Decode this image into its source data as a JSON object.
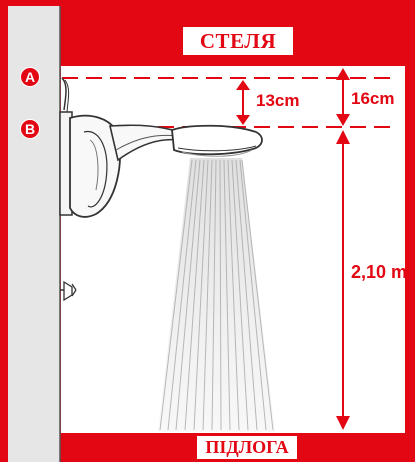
{
  "ceiling_label": "СТЕЛЯ",
  "floor_label": "ПІДЛОГА",
  "dimensions": {
    "a_to_b": "13cm",
    "ceiling_to_b": "16cm",
    "b_to_floor": "2,10 m"
  },
  "markers": {
    "a": "A",
    "b": "B"
  },
  "colors": {
    "accent": "#e30613",
    "wall": "#e6e6e6",
    "background": "#ffffff"
  }
}
